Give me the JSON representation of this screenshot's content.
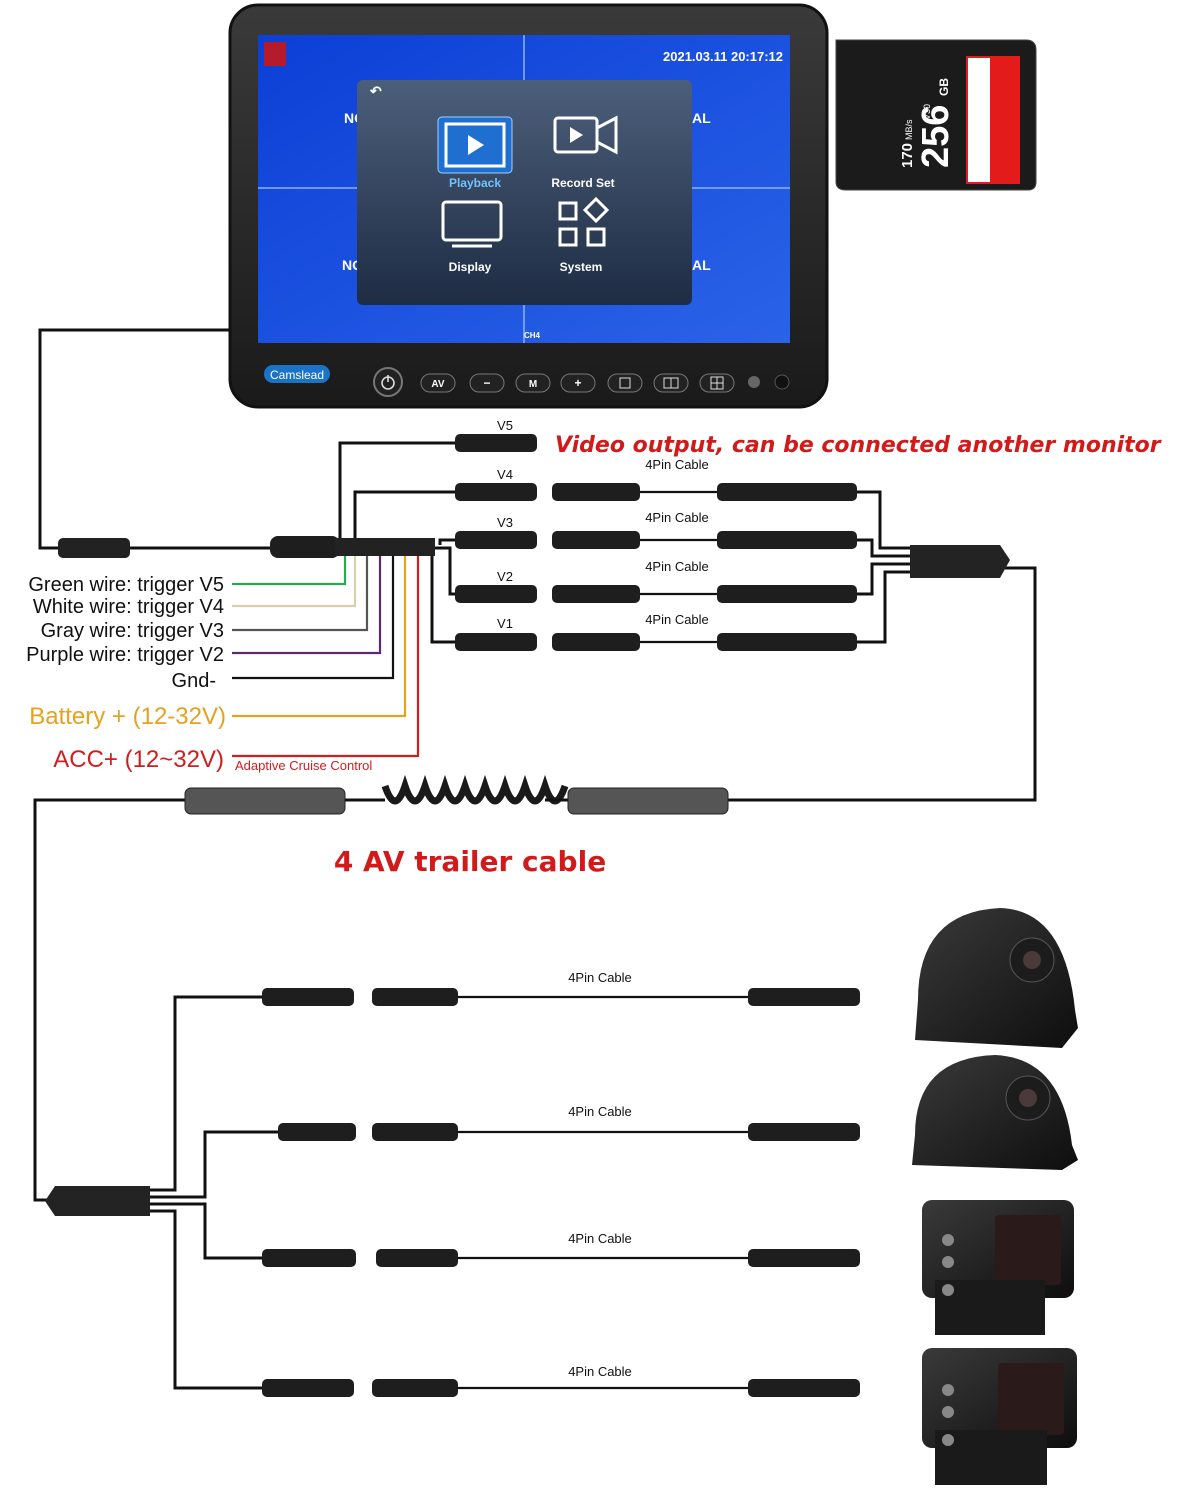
{
  "monitor": {
    "timestamp": "2021.03.11 20:17:12",
    "brand": "Camslead",
    "menu": {
      "back": "↶",
      "items": [
        "Playback",
        "Record Set",
        "Display",
        "System"
      ]
    },
    "channel_corner": "CH4",
    "quadrant_tags": [
      "NO",
      "AL",
      "NO",
      "AL"
    ],
    "buttons": [
      "AV",
      "−",
      "M",
      "+"
    ]
  },
  "sd_card": {
    "capacity": "256",
    "unit": "GB",
    "speed": "170",
    "speed_unit": "MB/s",
    "class": "V30"
  },
  "video_output_label": "Video output, can be connected another monitor",
  "ports": [
    "V5",
    "V4",
    "V3",
    "V2",
    "V1"
  ],
  "cable_label": "4Pin Cable",
  "wires": [
    {
      "label": "Green wire: trigger V5",
      "color": "#2aa84a"
    },
    {
      "label": "White wire: trigger V4",
      "color": "#d8cfa8"
    },
    {
      "label": "Gray wire: trigger V3",
      "color": "#555555"
    },
    {
      "label": "Purple wire: trigger V2",
      "color": "#5b2a6e"
    },
    {
      "label": "Gnd-",
      "color": "#111111"
    },
    {
      "label": "Battery + (12-32V)",
      "color": "#e6a21e"
    },
    {
      "label": "ACC+ (12~32V)",
      "color": "#d01d1d"
    }
  ],
  "acc_note": "Adaptive Cruise Control",
  "trailer_cable_label": "4 AV trailer cable",
  "colors": {
    "accent_red": "#d21a1a",
    "battery_orange": "#e6a21e",
    "screen_blue": "#1b4fd1"
  }
}
